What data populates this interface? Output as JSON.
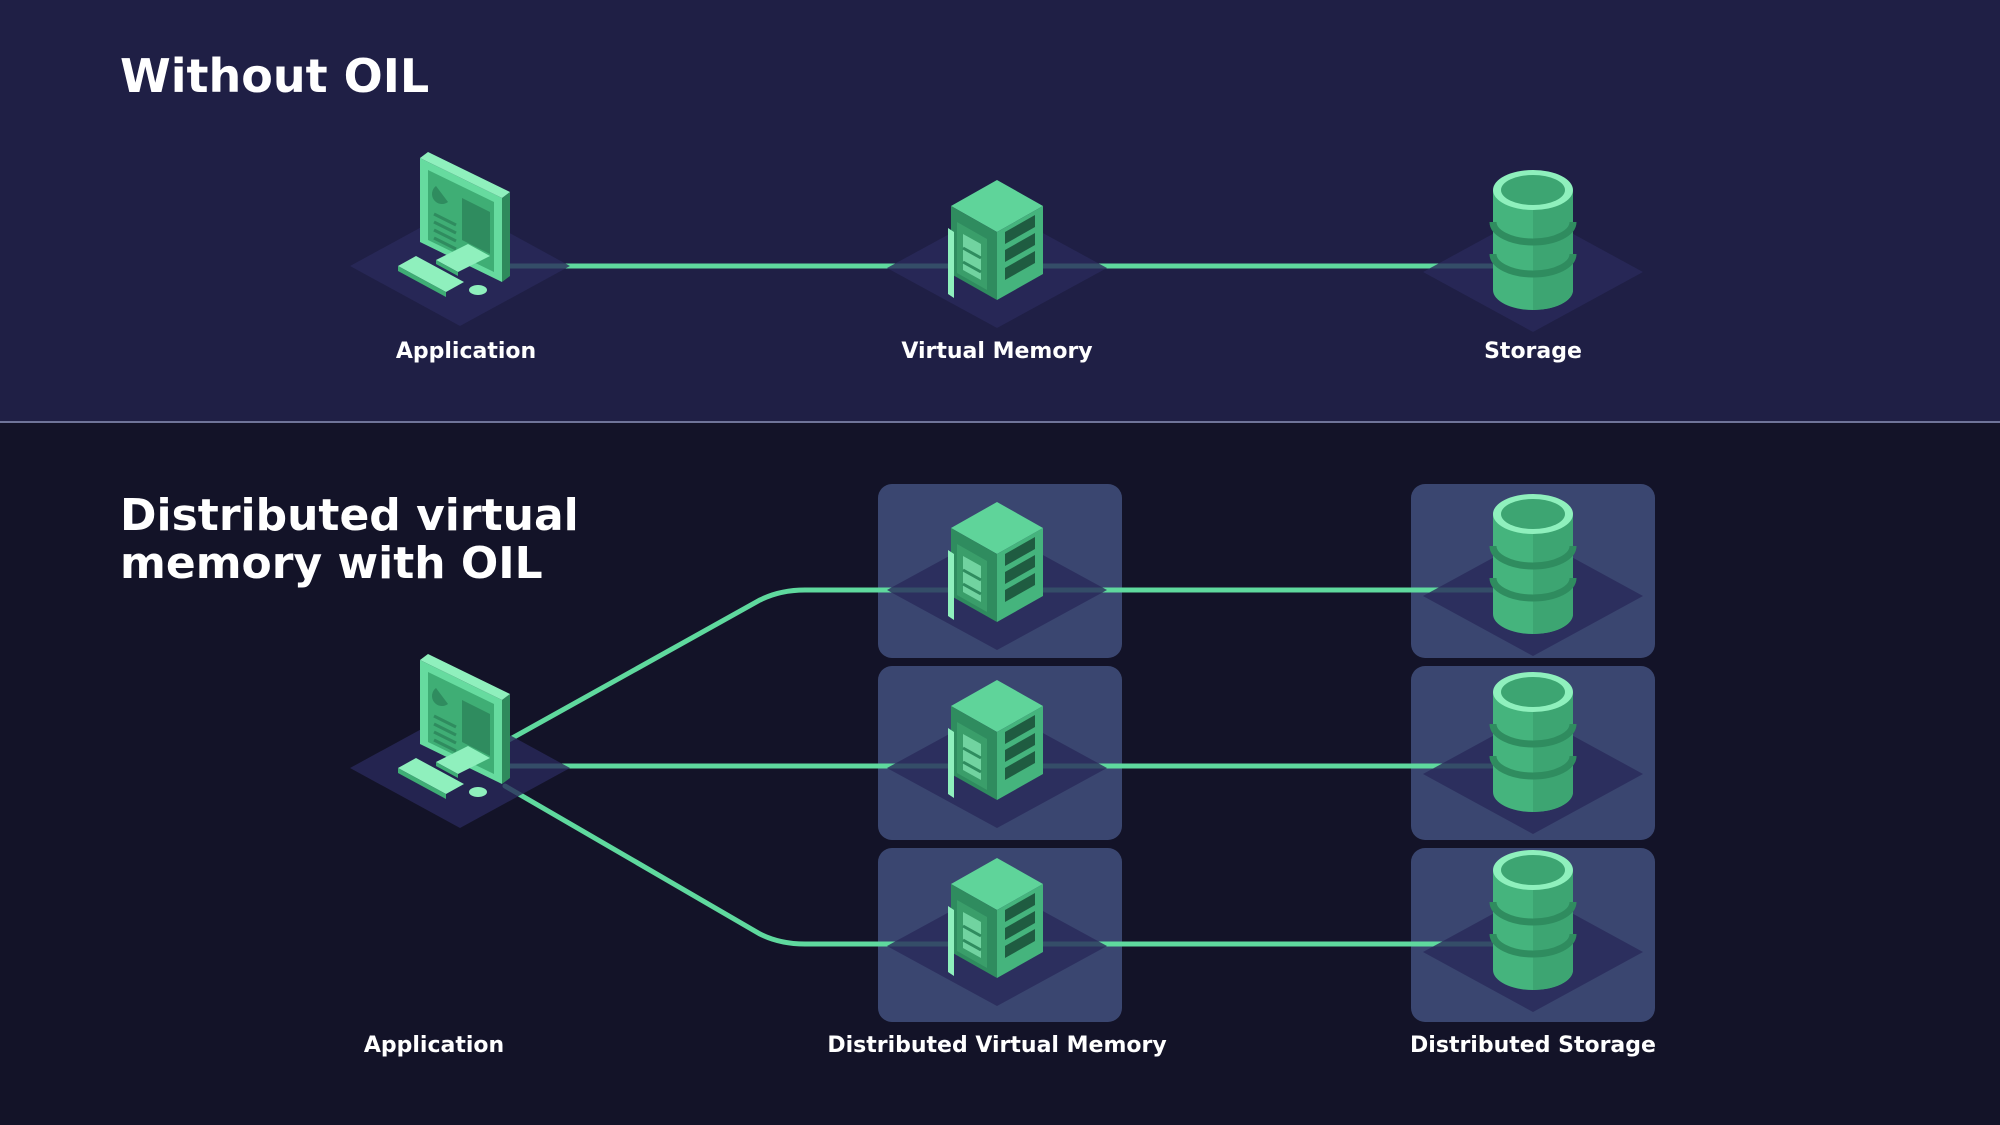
{
  "sections": {
    "without_oil": {
      "title": "Without OIL",
      "labels": {
        "application": "Application",
        "virtual_memory": "Virtual Memory",
        "storage": "Storage"
      }
    },
    "with_oil": {
      "title_line1": "Distributed virtual",
      "title_line2": "memory with OIL",
      "labels": {
        "application": "Application",
        "distributed_virtual_memory": "Distributed Virtual Memory",
        "distributed_storage": "Distributed Storage"
      }
    }
  },
  "icons": {
    "application": "computer-icon",
    "virtual_memory": "server-icon",
    "storage": "database-icon"
  },
  "colors": {
    "connector": "#5fd99e",
    "icon_green": "#4fc088",
    "top_background": "#1f1f45",
    "bottom_background": "#131328",
    "tile": "#3a4670"
  }
}
